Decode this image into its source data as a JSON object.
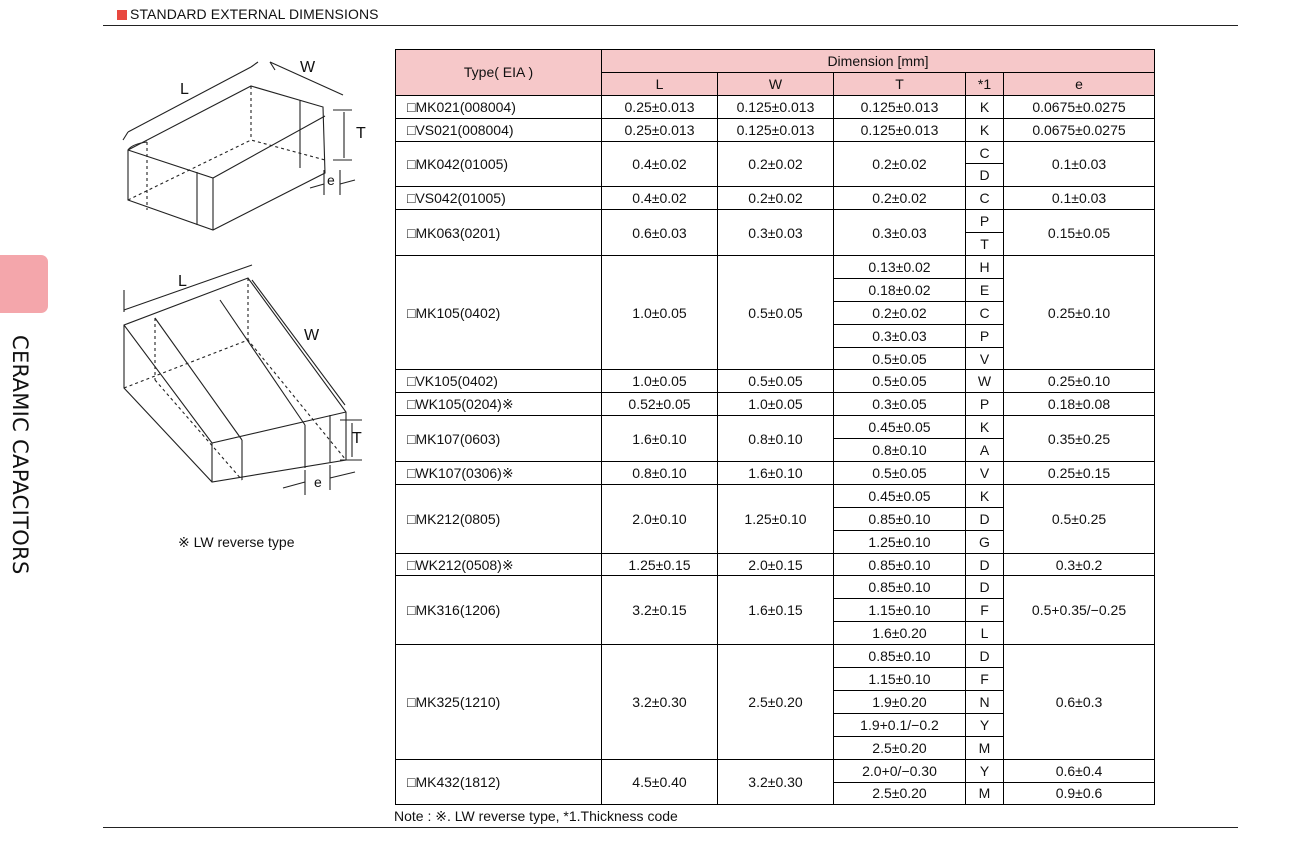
{
  "section_title": "STANDARD EXTERNAL DIMENSIONS",
  "side_label": "CERAMIC CAPACITORS",
  "drawing_labels": {
    "top": {
      "L": "L",
      "W": "W",
      "T": "T",
      "e": "e"
    },
    "bottom": {
      "L": "L",
      "W": "W",
      "T": "T",
      "e": "e"
    }
  },
  "lw_note": "※ LW reverse type",
  "table": {
    "type_header": "Type( EIA )",
    "dimension_header": "Dimension [mm]",
    "col_headers": [
      "L",
      "W",
      "T",
      "*1",
      "e"
    ],
    "groups": [
      {
        "type": "□MK021(008004)",
        "L": "0.25±0.013",
        "W": "0.125±0.013",
        "e": "0.0675±0.0275",
        "rows": [
          {
            "T": "0.125±0.013",
            "code": "K"
          }
        ]
      },
      {
        "type": "□VS021(008004)",
        "L": "0.25±0.013",
        "W": "0.125±0.013",
        "e": "0.0675±0.0275",
        "rows": [
          {
            "T": "0.125±0.013",
            "code": "K"
          }
        ]
      },
      {
        "type": "□MK042(01005)",
        "L": "0.4±0.02",
        "W": "0.2±0.02",
        "e": "0.1±0.03",
        "rows": [
          {
            "T": "0.2±0.02",
            "code": "C"
          },
          {
            "T": "",
            "code": "D"
          }
        ]
      },
      {
        "type": "□VS042(01005)",
        "L": "0.4±0.02",
        "W": "0.2±0.02",
        "e": "0.1±0.03",
        "rows": [
          {
            "T": "0.2±0.02",
            "code": "C"
          }
        ]
      },
      {
        "type": "□MK063(0201)",
        "L": "0.6±0.03",
        "W": "0.3±0.03",
        "e": "0.15±0.05",
        "rows": [
          {
            "T": "0.3±0.03",
            "code": "P"
          },
          {
            "T": "",
            "code": "T"
          }
        ]
      },
      {
        "type": "□MK105(0402)",
        "L": "1.0±0.05",
        "W": "0.5±0.05",
        "e": "0.25±0.10",
        "rows": [
          {
            "T": "0.13±0.02",
            "code": "H"
          },
          {
            "T": "0.18±0.02",
            "code": "E"
          },
          {
            "T": "0.2±0.02",
            "code": "C"
          },
          {
            "T": "0.3±0.03",
            "code": "P"
          },
          {
            "T": "0.5±0.05",
            "code": "V"
          }
        ]
      },
      {
        "type": "□VK105(0402)",
        "L": "1.0±0.05",
        "W": "0.5±0.05",
        "e": "0.25±0.10",
        "rows": [
          {
            "T": "0.5±0.05",
            "code": "W"
          }
        ]
      },
      {
        "type": "□WK105(0204)※",
        "L": "0.52±0.05",
        "W": "1.0±0.05",
        "e": "0.18±0.08",
        "rows": [
          {
            "T": "0.3±0.05",
            "code": "P"
          }
        ]
      },
      {
        "type": "□MK107(0603)",
        "L": "1.6±0.10",
        "W": "0.8±0.10",
        "e": "0.35±0.25",
        "rows": [
          {
            "T": "0.45±0.05",
            "code": "K"
          },
          {
            "T": "0.8±0.10",
            "code": "A"
          }
        ]
      },
      {
        "type": "□WK107(0306)※",
        "L": "0.8±0.10",
        "W": "1.6±0.10",
        "e": "0.25±0.15",
        "rows": [
          {
            "T": "0.5±0.05",
            "code": "V"
          }
        ]
      },
      {
        "type": "□MK212(0805)",
        "L": "2.0±0.10",
        "W": "1.25±0.10",
        "e": "0.5±0.25",
        "rows": [
          {
            "T": "0.45±0.05",
            "code": "K"
          },
          {
            "T": "0.85±0.10",
            "code": "D"
          },
          {
            "T": "1.25±0.10",
            "code": "G"
          }
        ]
      },
      {
        "type": "□WK212(0508)※",
        "L": "1.25±0.15",
        "W": "2.0±0.15",
        "e": "0.3±0.2",
        "rows": [
          {
            "T": "0.85±0.10",
            "code": "D"
          }
        ]
      },
      {
        "type": "□MK316(1206)",
        "L": "3.2±0.15",
        "W": "1.6±0.15",
        "e": "0.5+0.35/−0.25",
        "rows": [
          {
            "T": "0.85±0.10",
            "code": "D"
          },
          {
            "T": "1.15±0.10",
            "code": "F"
          },
          {
            "T": "1.6±0.20",
            "code": "L"
          }
        ]
      },
      {
        "type": "□MK325(1210)",
        "L": "3.2±0.30",
        "W": "2.5±0.20",
        "e": "0.6±0.3",
        "rows": [
          {
            "T": "0.85±0.10",
            "code": "D"
          },
          {
            "T": "1.15±0.10",
            "code": "F"
          },
          {
            "T": "1.9±0.20",
            "code": "N"
          },
          {
            "T": "1.9+0.1/−0.2",
            "code": "Y"
          },
          {
            "T": "2.5±0.20",
            "code": "M"
          }
        ]
      },
      {
        "type": "□MK432(1812)",
        "L": "4.5±0.40",
        "W": "3.2±0.30",
        "e": "",
        "rows": [
          {
            "T": "2.0+0/−0.30",
            "code": "Y",
            "e": "0.6±0.4"
          },
          {
            "T": "2.5±0.20",
            "code": "M",
            "e": "0.9±0.6"
          }
        ]
      }
    ]
  },
  "footnote": "Note : ※. LW reverse type, *1.Thickness code"
}
